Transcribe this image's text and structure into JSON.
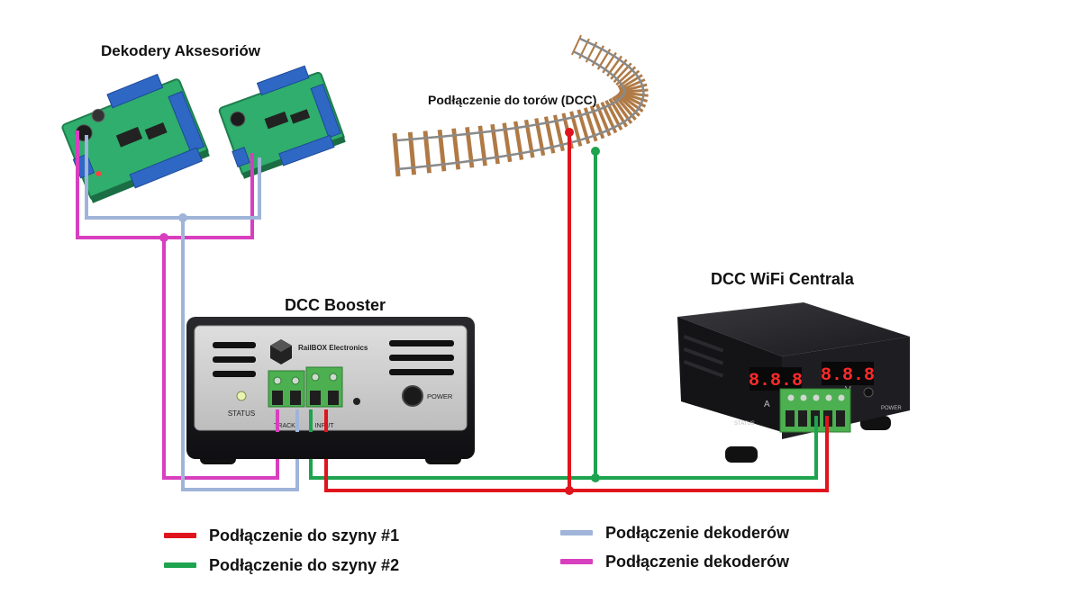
{
  "labels": {
    "decoders_title": "Dekodery Aksesoriów",
    "track_title": "Podłączenie do torów (DCC)",
    "booster_title": "DCC Booster",
    "central_title": "DCC WiFi Centrala"
  },
  "booster": {
    "brand": "RailBOX Electronics",
    "status_label": "STATUS",
    "power_label": "POWER",
    "track_label": "TRACK",
    "input_label": "INPUT"
  },
  "central": {
    "display_left": "8.8.8",
    "display_right": "8.8.8",
    "unit_left": "A",
    "unit_right": "V",
    "status_label": "STATUS",
    "power_label": "POWER"
  },
  "legend": [
    {
      "label": "Podłączenie do szyny #1",
      "color": "#e0141c"
    },
    {
      "label": "Podłączenie do szyny #2",
      "color": "#1ea34f"
    },
    {
      "label": "Podłączenie dekoderów",
      "color": "#9fb4d8"
    },
    {
      "label": "Podłączenie dekoderów",
      "color": "#d73fbf"
    }
  ],
  "colors": {
    "rail1": "#e0141c",
    "rail2": "#1ea34f",
    "decoder_a": "#9fb4d8",
    "decoder_b": "#d73fbf",
    "pcb": "#2fae6d",
    "terminal": "#2f67c4",
    "device_body": "#1e1e22",
    "booster_panel": "#cfcfcf",
    "connector_green": "#4caf50",
    "rail_metal": "#8a8a8a",
    "sleeper": "#b07a45"
  }
}
